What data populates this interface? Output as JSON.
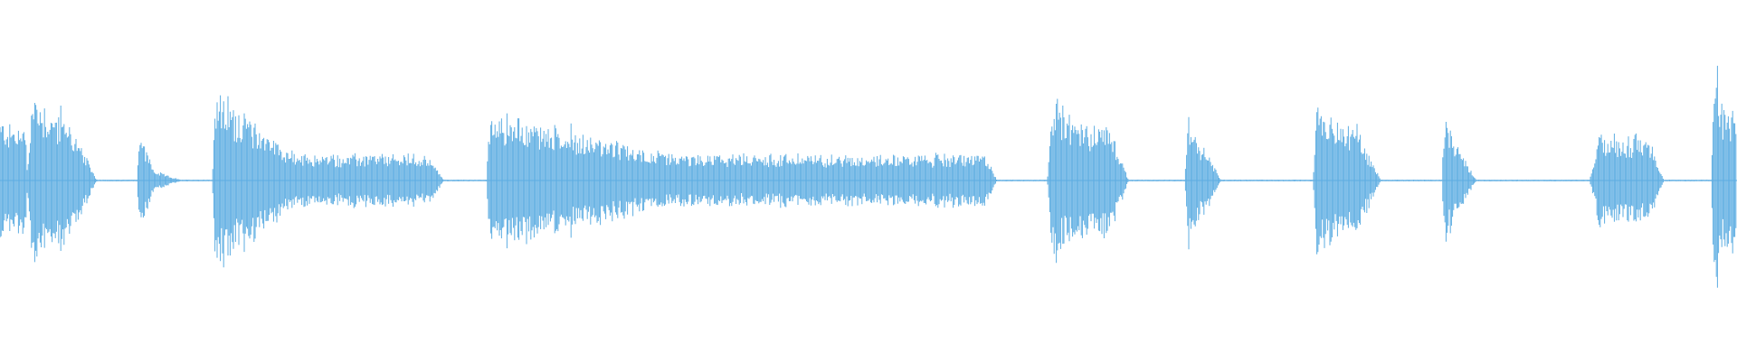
{
  "waveform": {
    "color": "#5DADE2",
    "background": "#FFFFFF",
    "baseline_level": 0.004,
    "segments": [
      {
        "start": 0.0,
        "end": 0.015,
        "attack": 0.0,
        "peak": 0.34,
        "sustain": 0.3,
        "release": 0.0,
        "density": 0.9
      },
      {
        "start": 0.015,
        "end": 0.056,
        "attack": 0.004,
        "peak": 0.5,
        "sustain": 0.36,
        "release": 0.018,
        "density": 0.9
      },
      {
        "start": 0.079,
        "end": 0.105,
        "attack": 0.001,
        "peak": 0.28,
        "sustain": 0.06,
        "release": 0.018,
        "density": 0.7
      },
      {
        "start": 0.122,
        "end": 0.256,
        "attack": 0.002,
        "peak": 0.5,
        "sustain": 0.14,
        "release": 0.01,
        "density": 0.95
      },
      {
        "start": 0.28,
        "end": 0.574,
        "attack": 0.002,
        "peak": 0.38,
        "sustain": 0.14,
        "release": 0.006,
        "density": 0.95
      },
      {
        "start": 0.603,
        "end": 0.65,
        "attack": 0.002,
        "peak": 0.46,
        "sustain": 0.32,
        "release": 0.012,
        "density": 0.95
      },
      {
        "start": 0.682,
        "end": 0.703,
        "attack": 0.002,
        "peak": 0.4,
        "sustain": 0.2,
        "release": 0.01,
        "density": 0.9
      },
      {
        "start": 0.756,
        "end": 0.795,
        "attack": 0.002,
        "peak": 0.42,
        "sustain": 0.3,
        "release": 0.014,
        "density": 0.95
      },
      {
        "start": 0.83,
        "end": 0.85,
        "attack": 0.002,
        "peak": 0.38,
        "sustain": 0.18,
        "release": 0.01,
        "density": 0.9
      },
      {
        "start": 0.915,
        "end": 0.958,
        "attack": 0.006,
        "peak": 0.26,
        "sustain": 0.24,
        "release": 0.008,
        "density": 0.95
      },
      {
        "start": 0.985,
        "end": 1.0,
        "attack": 0.002,
        "peak": 0.6,
        "sustain": 0.4,
        "release": 0.0,
        "density": 0.95
      }
    ]
  }
}
